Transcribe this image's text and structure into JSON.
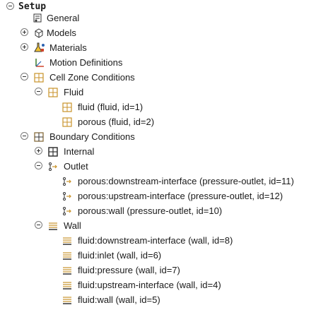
{
  "tree": {
    "setup": "Setup",
    "general": "General",
    "models": "Models",
    "materials": "Materials",
    "motion_definitions": "Motion Definitions",
    "cell_zone_conditions": "Cell Zone Conditions",
    "fluid_group": "Fluid",
    "fluid_zone": "fluid (fluid, id=1)",
    "porous_zone": "porous (fluid, id=2)",
    "boundary_conditions": "Boundary Conditions",
    "internal": "Internal",
    "outlet": "Outlet",
    "outlet_items": [
      "porous:downstream-interface (pressure-outlet, id=11)",
      "porous:upstream-interface (pressure-outlet, id=12)",
      "porous:wall (pressure-outlet, id=10)"
    ],
    "wall": "Wall",
    "wall_items": [
      "fluid:downstream-interface (wall, id=8)",
      "fluid:inlet (wall, id=6)",
      "fluid:pressure (wall, id=7)",
      "fluid:upstream-interface (wall, id=4)",
      "fluid:wall (wall, id=5)"
    ]
  },
  "icons": {
    "setup": "collapse-icon",
    "general": "general-settings-icon",
    "models": "models-cube-icon",
    "materials": "materials-flask-icon",
    "motion": "axes-icon",
    "zone": "grid-cell-icon",
    "internal": "internal-boundary-icon",
    "outlet": "outlet-boundary-icon",
    "wall": "wall-boundary-icon"
  },
  "colors": {
    "grid_icon": "#c8922a",
    "outlet_icon": "#c8922a",
    "axis_icon_x": "#d0432b",
    "axis_icon_y": "#3b7a2a",
    "flask": "#2a62b0"
  }
}
